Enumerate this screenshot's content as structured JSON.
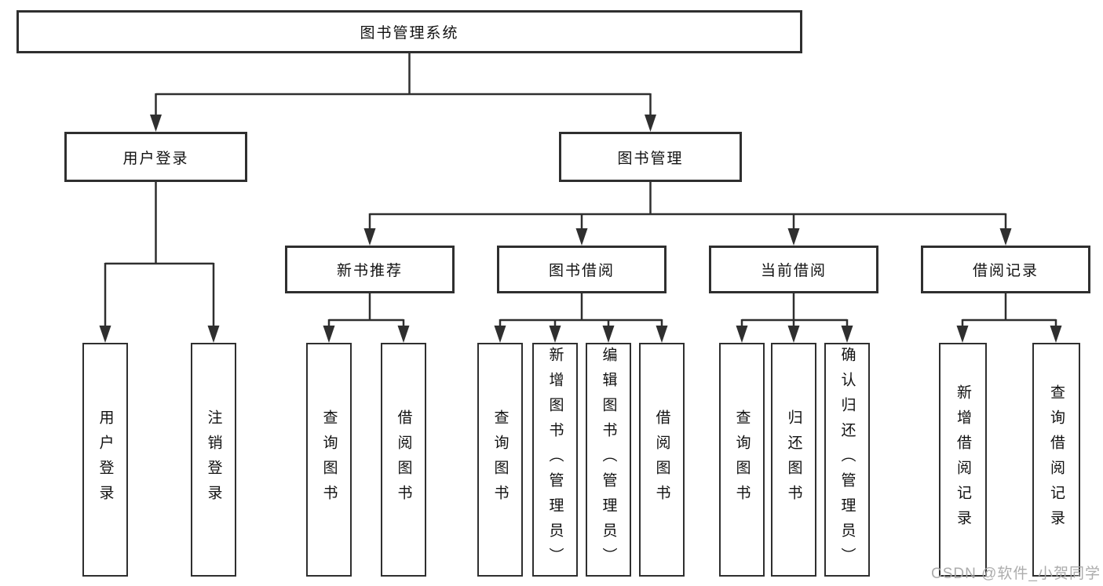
{
  "diagram": {
    "root": "图书管理系统",
    "level1": {
      "user_login": "用户登录",
      "book_management": "图书管理"
    },
    "level2": {
      "new_books": "新书推荐",
      "borrowing": "图书借阅",
      "current": "当前借阅",
      "records": "借阅记录"
    },
    "leaves": {
      "user_login": [
        "用户登录",
        "注销登录"
      ],
      "new_books": [
        "查询图书",
        "借阅图书"
      ],
      "borrowing": [
        "查询图书",
        "新增图书（管理员）",
        "编辑图书（管理员）",
        "借阅图书"
      ],
      "current": [
        "查询图书",
        "归还图书",
        "确认归还（管理员）"
      ],
      "records": [
        "新增借阅记录",
        "查询借阅记录"
      ]
    }
  },
  "watermark": "CSDN @软件_小贺同学",
  "colors": {
    "line": "#2f2f2f",
    "box_border": "#2f2f2f",
    "text": "#111111",
    "watermark": "#a8a8a8",
    "background": "#ffffff"
  }
}
